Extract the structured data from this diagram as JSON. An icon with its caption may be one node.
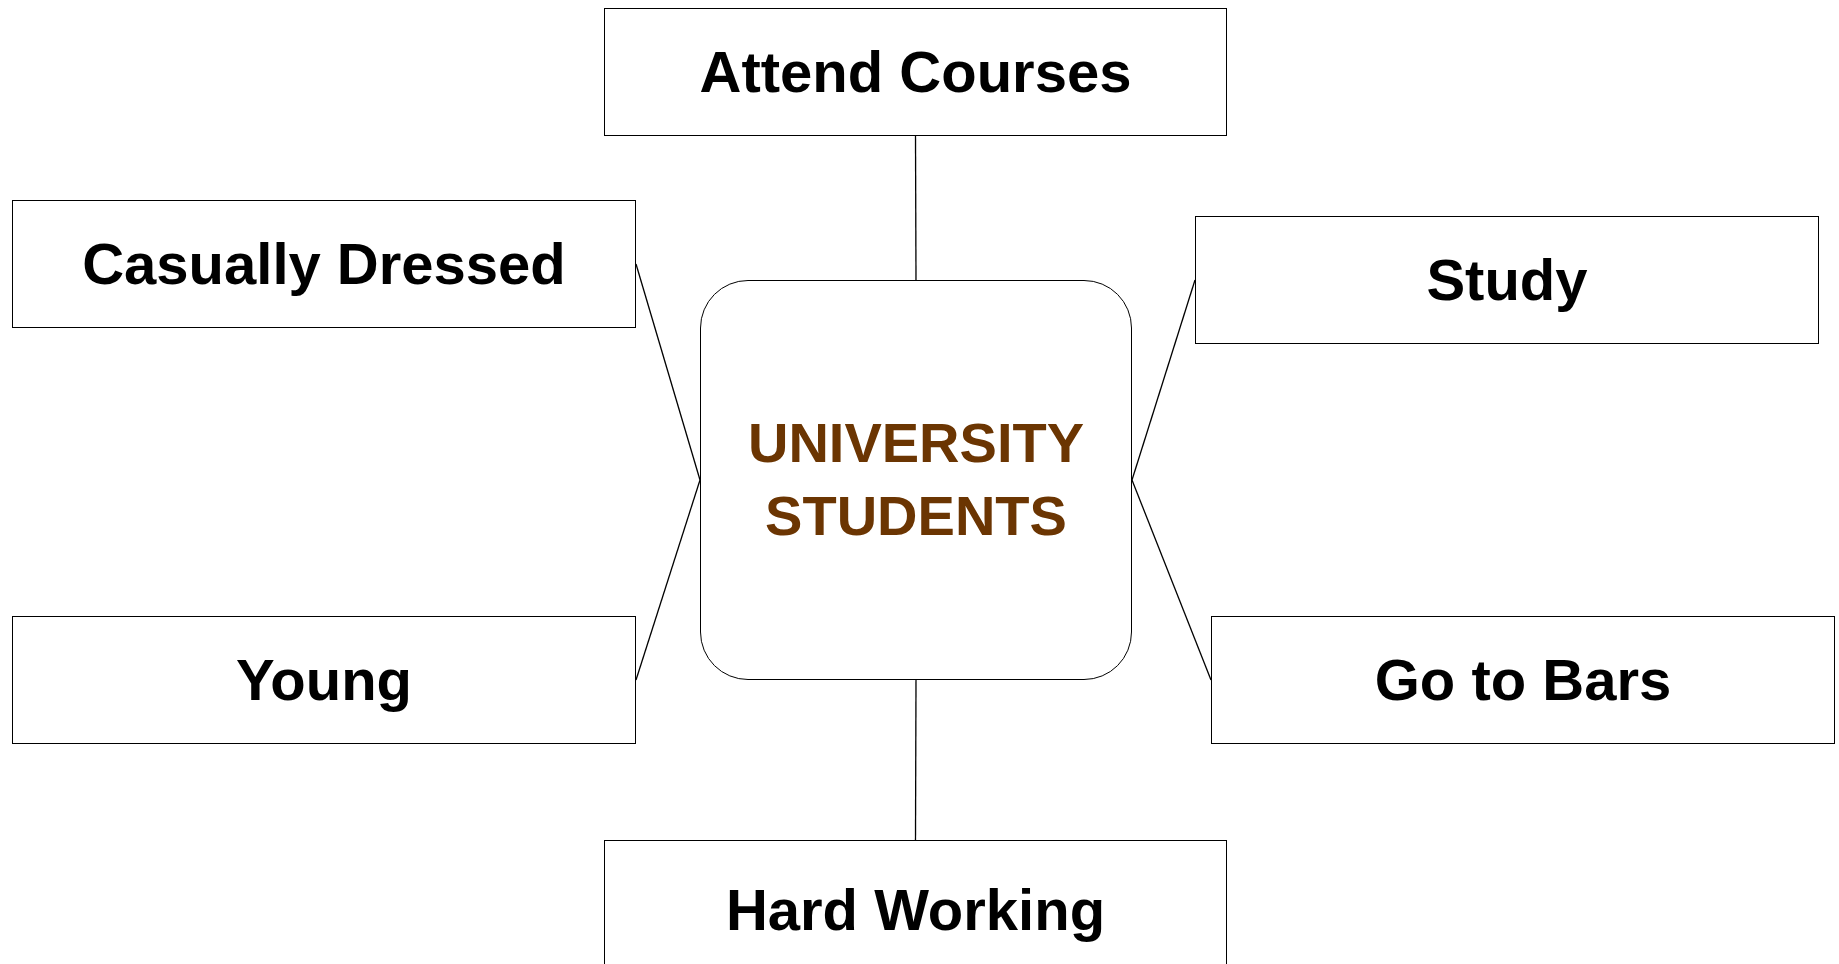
{
  "diagram": {
    "nodes": [
      {
        "text": [
          "Attend Courses"
        ]
      },
      {
        "text": [
          "Casually Dressed"
        ]
      },
      {
        "text": [
          "Study"
        ]
      },
      {
        "text": [
          "UNIVERSITY STUDENTS"
        ]
      },
      {
        "text": [
          "Young"
        ]
      },
      {
        "text": [
          "Go to Bars"
        ]
      },
      {
        "text": [
          "Hard Working"
        ]
      }
    ],
    "edges": [
      {
        "from": 3,
        "to": 0,
        "arrow": "none"
      },
      {
        "from": 3,
        "to": 1,
        "arrow": "none"
      },
      {
        "from": 3,
        "to": 2,
        "arrow": "none"
      },
      {
        "from": 3,
        "to": 4,
        "arrow": "none"
      },
      {
        "from": 3,
        "to": 5,
        "arrow": "none"
      },
      {
        "from": 3,
        "to": 6,
        "arrow": "none"
      }
    ]
  }
}
